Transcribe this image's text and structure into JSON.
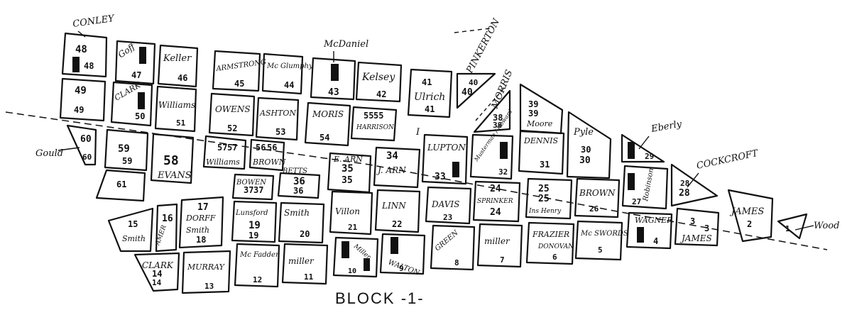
{
  "title": "BLOCK -1-",
  "annotations": {
    "conley": "CONLEY",
    "mcdaniel": "McDaniel",
    "pinkerton": "PINKERTON",
    "morris": "MORRIS",
    "gould": "Gould",
    "eberly": "Eberly",
    "cockcroft": "COCKCROFT",
    "wood": "Wood",
    "mark_i": "I"
  },
  "plots": [
    {
      "n": "48",
      "n2": "48",
      "name": ""
    },
    {
      "n": "47",
      "name": "Goff"
    },
    {
      "n": "46",
      "name": "Keller"
    },
    {
      "n": "45",
      "name": "ARMSTRONG"
    },
    {
      "n": "44",
      "name": "Mc Glumphy"
    },
    {
      "n": "43",
      "name": ""
    },
    {
      "n": "42",
      "name": "Kelsey"
    },
    {
      "n": "41",
      "n2": "41",
      "name": "Ulrich"
    },
    {
      "n": "40",
      "n2": "40",
      "name": ""
    },
    {
      "n": "49",
      "n2": "49",
      "name": ""
    },
    {
      "n": "50",
      "name": "CLARK"
    },
    {
      "n": "51",
      "name": "Williams"
    },
    {
      "n": "52",
      "name": "OWENS"
    },
    {
      "n": "53",
      "name": "ASHTON"
    },
    {
      "n": "54",
      "name": "MORIS"
    },
    {
      "n": "55",
      "n2": "55",
      "name": "HARRISON"
    },
    {
      "n": "60",
      "n2": "60",
      "name": ""
    },
    {
      "n": "59",
      "n2": "59",
      "name": ""
    },
    {
      "n": "58",
      "name": "EVANS"
    },
    {
      "n": "57",
      "n2": "57",
      "name": "Williams"
    },
    {
      "n": "56",
      "n2": "56",
      "name": "BROWN"
    },
    {
      "n": "61",
      "name": ""
    },
    {
      "n": "38",
      "n2": "38",
      "name": ""
    },
    {
      "n": "39",
      "name": "Moore",
      "n2": "39"
    },
    {
      "n": "29",
      "name": ""
    },
    {
      "n": "37",
      "n2": "37",
      "name": "BOWEN"
    },
    {
      "n": "36",
      "n2": "36",
      "name": "BETTS"
    },
    {
      "n": "35",
      "n2": "35",
      "name": "E. ARN"
    },
    {
      "n": "34",
      "name": "J. ARN"
    },
    {
      "n": "33",
      "name": "LUPTON"
    },
    {
      "n": "32",
      "name": "Musterman / Howard"
    },
    {
      "n": "31",
      "name": "DENNIS"
    },
    {
      "n": "30",
      "n2": "30",
      "name": "Pyle"
    },
    {
      "n": "28",
      "n2": "28",
      "name": ""
    },
    {
      "n": "15",
      "name": "Smith"
    },
    {
      "n": "16",
      "name": "AMER"
    },
    {
      "n": "17",
      "n2": "18",
      "name": "DORFF",
      "name2": "Smith"
    },
    {
      "n": "19",
      "n2": "19",
      "name": "Lunsford"
    },
    {
      "n": "20",
      "name": "Smith"
    },
    {
      "n": "21",
      "name": "Villon"
    },
    {
      "n": "22",
      "name": "LINN"
    },
    {
      "n": "23",
      "name": "DAVIS"
    },
    {
      "n": "24",
      "n2": "24",
      "name": "SPRINKER"
    },
    {
      "n": "25",
      "n2": "25",
      "name": "Ins Henry"
    },
    {
      "n": "26",
      "name": "BROWN"
    },
    {
      "n": "27",
      "name": "Robinson"
    },
    {
      "n": "14",
      "n2": "14",
      "name": "CLARK"
    },
    {
      "n": "13",
      "name": "MURRAY"
    },
    {
      "n": "12",
      "name": "Mc Fadden"
    },
    {
      "n": "11",
      "name": "miller"
    },
    {
      "n": "10",
      "name": "Miller"
    },
    {
      "n": "9",
      "name": "WALTON"
    },
    {
      "n": "8",
      "name": "GREEN"
    },
    {
      "n": "7",
      "name": "miller"
    },
    {
      "n": "6",
      "name": "FRAZIER",
      "name2": "DONOVAN"
    },
    {
      "n": "5",
      "name": "Mc SWORDS"
    },
    {
      "n": "4",
      "name": "WAGNER"
    },
    {
      "n": "3",
      "n2": "3",
      "name": "JAMES"
    },
    {
      "n": "2",
      "name": "JAMES"
    },
    {
      "n": "1",
      "name": ""
    }
  ]
}
